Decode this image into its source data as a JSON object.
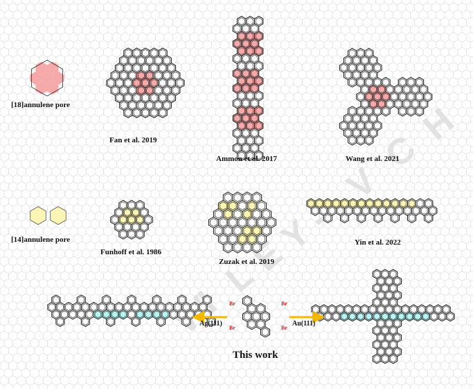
{
  "labels": {
    "pore18": "[18]annulene pore",
    "fan": "Fan et al. 2019",
    "ammon": "Ammon et al. 2017",
    "wang": "Wang et al. 2021",
    "pore14": "[14]annulene pore",
    "funhoff": "Funhoff et al. 1986",
    "zuzak": "Zuzak et al. 2019",
    "yin": "Yin et al. 2022",
    "this_work": "This work",
    "ag": "Ag(111)",
    "au": "Au(111)",
    "br": "Br"
  },
  "watermark": [
    "W",
    "I",
    "L",
    "E",
    "Y",
    "-",
    "V",
    "C",
    "H"
  ],
  "colors": {
    "pore18": "#f5a9a9",
    "pore14": "#fbf5b5",
    "pore_cyan": "#b8f4f4",
    "arrow": "#f5b800",
    "bromine": "#e02020",
    "background_grid": "#dedede"
  }
}
